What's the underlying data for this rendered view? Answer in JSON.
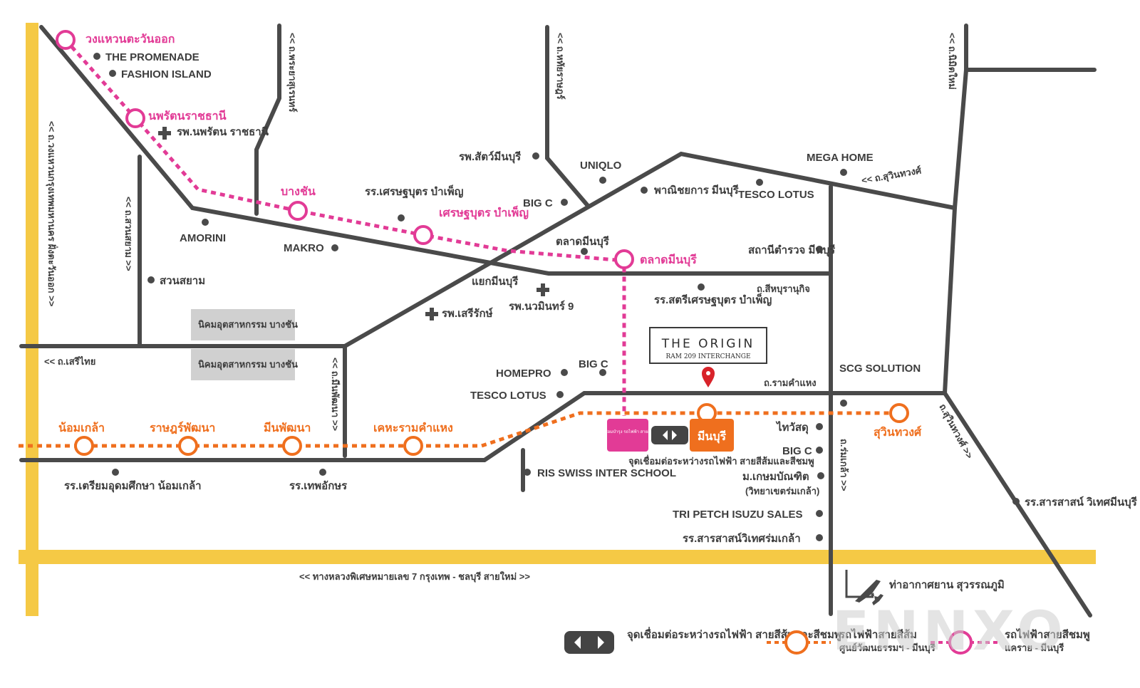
{
  "labels": {
    "vertical_road_1": "<< ถ.พระยาสุเรนทร์",
    "vertical_road_2": "<< ถ.หทัยราษฎร์",
    "vertical_road_3": "<< ถ.นิมิตใหม่",
    "vertical_road_4": "<< ถ.วงแหวนกรุงเทพมหานคร ฝั่งตะวันออก >>",
    "vertical_road_5": "<< ถ.สวนสยาม >>",
    "vertical_road_6": "<< ถ.มีนพัฒนา >>",
    "vertical_road_7": "ถ.ร่มเกล้า >>",
    "diag_road_1": "ถ.สุวินทวงศ์ >>",
    "suwintawong_road": "<< ถ.สุวินทวงศ์",
    "seri_thai": "<< ถ.เสรีไทย",
    "sihaburanukit": "ถ.สีหบุรานุกิจ",
    "ramkhamhaeng": "ถ.รามคำแหง",
    "motorway": "<< ทางหลวงพิเศษหมายเลข 7 กรุงเทพ -  ชลบุรี สายใหม่ >>",
    "pink_stations": [
      "วงแหวนตะวันออก",
      "นพรัตนราชธานี",
      "บางชัน",
      "เศรษฐบุตร บำเพ็ญ",
      "ตลาดมีนบุรี"
    ],
    "orange_stations": [
      "น้อมเกล้า",
      "ราษฎร์พัฒนา",
      "มีนพัฒนา",
      "เคหะรามคำแหง",
      "สุวินทวงศ์"
    ],
    "pois": {
      "promenade": "THE PROMENADE",
      "fashion_island": "FASHION ISLAND",
      "hosp_nopparat": "รพ.นพรัตน ราชธานี",
      "amorini": "AMORINI",
      "makro": "MAKRO",
      "suan_siam": "สวนสยาม",
      "hosp_vet": "รพ.สัตว์มีนบุรี",
      "uniqlo": "UNIQLO",
      "sch_setthabut": "รร.เศรษฐบุตร บำเพ็ญ",
      "bigc_1": "BIG C",
      "commerce": "พาณิชยการ มีนบุรี",
      "tesco_1": "TESCO LOTUS",
      "mega_home": "MEGA HOME",
      "police": "สถานีตำรวจ มีนบุรี",
      "market": "ตลาดมีนบุรี",
      "junction": "แยกมีนบุรี",
      "hosp_nawamin": "รพ.นวมินทร์ 9",
      "hosp_seriruk": "รพ.เสรีรักษ์",
      "sch_satri": "รร.สตรีเศรษฐบุตร บำเพ็ญ",
      "industrial_1": "นิคมอุตสาหกรรม บางชัน",
      "industrial_2": "นิคมอุตสาหกรรม บางชัน",
      "homepro": "HOMEPRO",
      "bigc_2": "BIG C",
      "tesco_2": "TESCO LOTUS",
      "scg": "SCG SOLUTION",
      "thaiwatsadu": "ไทวัสดุ",
      "bigc_3": "BIG C",
      "kasem": "ม.เกษมบัณฑิต",
      "kasem_sub": "(วิทยาเขตร่มเกล้า)",
      "tripetch": "TRI PETCH ISUZU SALES",
      "sarasas_1": "รร.สารสาสน์วิเทศร่มเกล้า",
      "sarasas_2": "รร.สารสาสน์ วิเทศมีนบุรี",
      "ris": "RIS SWISS INTER SCHOOL",
      "sch_triam": "รร.เตรียมอุดมศึกษา น้อมเกล้า",
      "sch_thep": "รร.เทพอักษร",
      "airport": "ท่าอากาศยาน สุวรรณภูมิ"
    },
    "interchange_pink": "ศูนย์ซ่อมบำรุง รถไฟฟ้า สายสีชมพู",
    "interchange_orange": "มีนบุรี",
    "interchange_note": "จุดเชื่อมต่อระหว่างรถไฟฟ้า สายสีส้มและสีชมพู"
  },
  "logo": {
    "title": "THE ORIGIN",
    "subtitle": "RAM 209 INTERCHANGE"
  },
  "legend": {
    "interchange": "จุดเชื่อมต่อระหว่างรถไฟฟ้า สายสีส้มและสีชมพู",
    "orange_line": "รถไฟฟ้าสายสีส้ม",
    "orange_line_sub": "ศูนย์วัฒนธรรมฯ - มีนบุรี",
    "pink_line": "รถไฟฟ้าสายสีชมพู",
    "pink_line_sub": "แคราย - มีนบุรี"
  },
  "watermark": "ENNXO",
  "colors": {
    "road": "#4a4a4a",
    "motorway": "#f5c945",
    "pink_line": "#e23b96",
    "orange_line": "#ef6f1e",
    "industrial": "#d0d0d0",
    "pin": "#d8232a"
  },
  "icons": {
    "poi": "dot-icon",
    "hospital": "cross-icon",
    "pin": "location-pin-icon",
    "plane": "airplane-icon",
    "interchange": "double-arrow-icon"
  }
}
